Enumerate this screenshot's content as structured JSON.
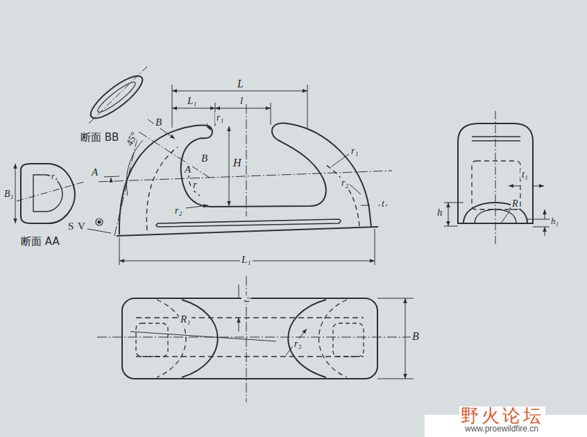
{
  "diagram": {
    "labels": [
      "断面 BB",
      "B",
      "45°",
      "B",
      "A",
      "r",
      "L",
      "L₁",
      "l",
      "r₁",
      "H",
      "A",
      "r₂",
      "r₁",
      "r₂",
      "t",
      "B₁",
      "r₄",
      "断面 AA",
      "S",
      "V",
      "L₁",
      "t₁",
      "h",
      "R",
      "h₁",
      "t₁",
      "R₁",
      "r₃",
      "B",
      "野火论坛",
      "www.proewildfire.cn"
    ]
  }
}
